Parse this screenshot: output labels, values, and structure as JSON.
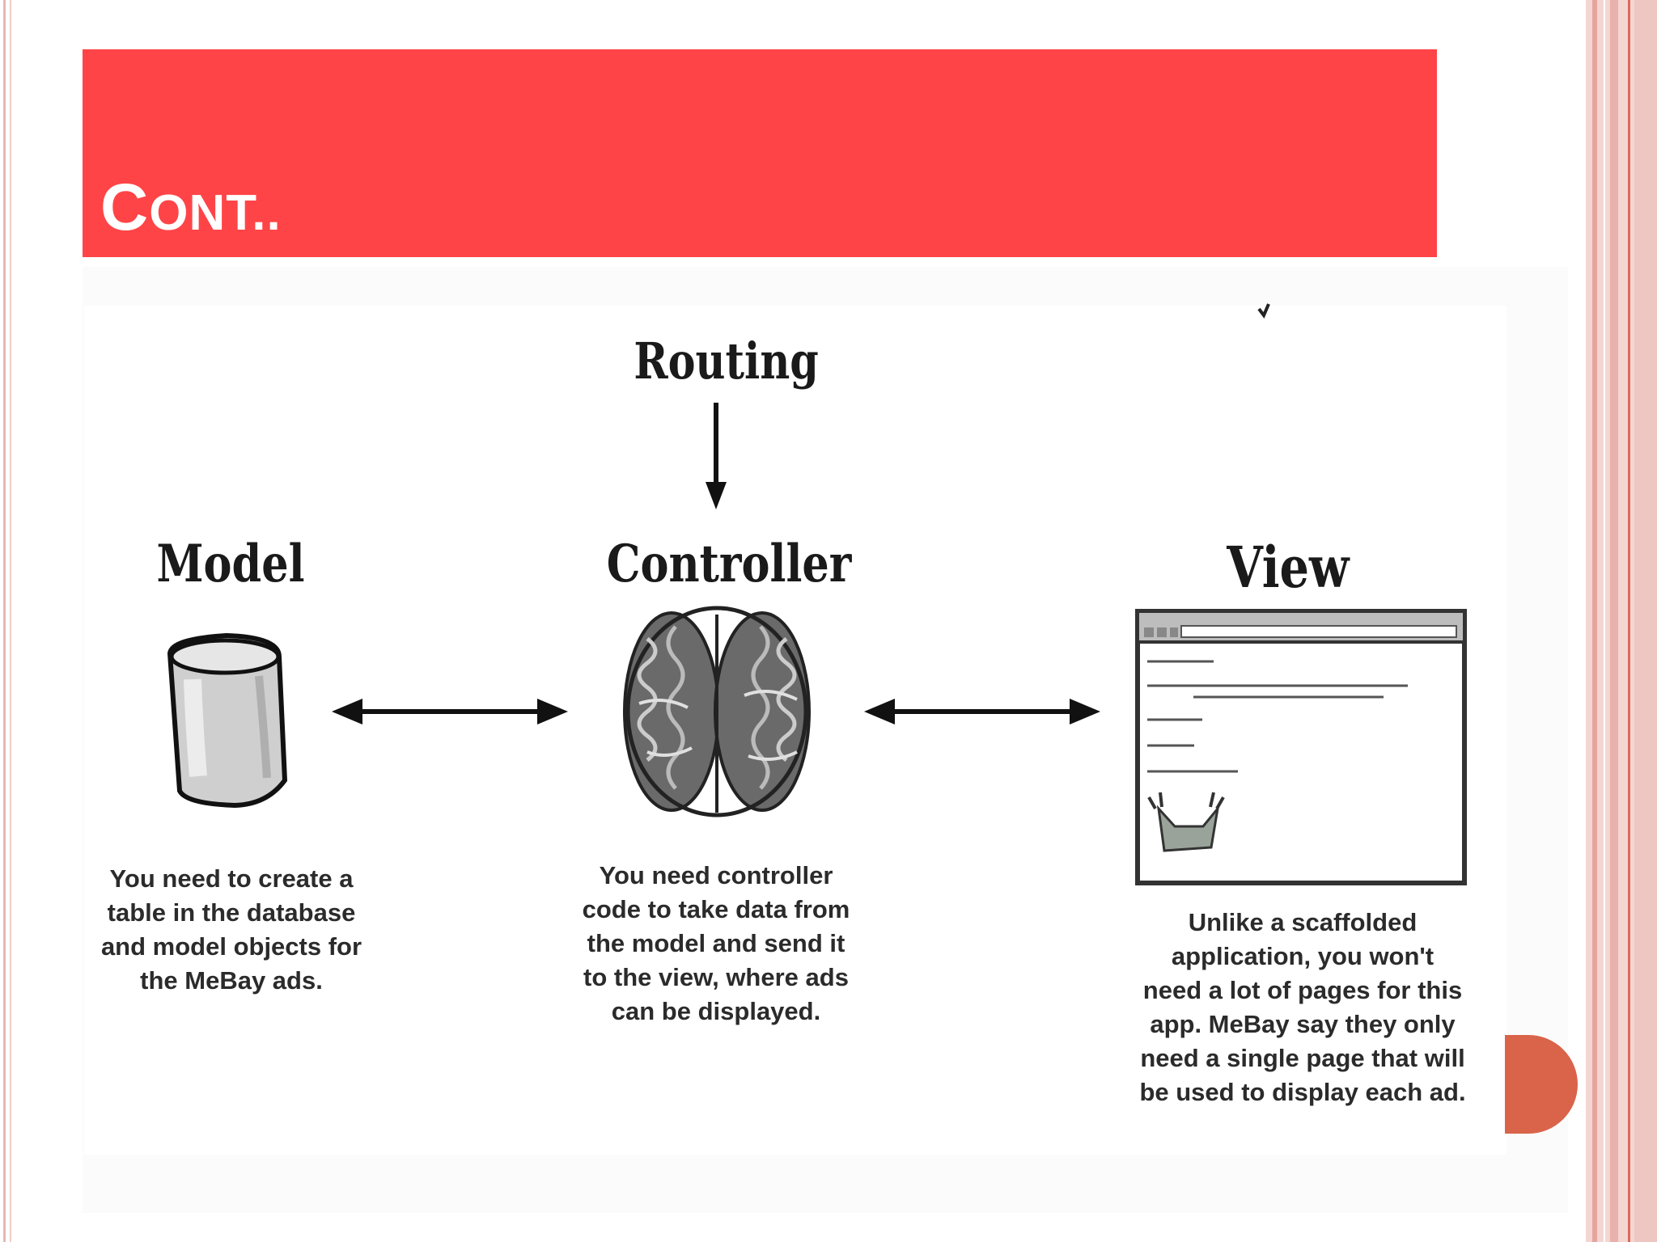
{
  "slide": {
    "title_first": "C",
    "title_rest": "ONT.."
  },
  "diagram": {
    "routing_label": "Routing",
    "model_label": "Model",
    "controller_label": "Controller",
    "view_label": "View",
    "model_caption": [
      "You need to create a",
      "table in the database",
      "and model objects for",
      "the MeBay ads."
    ],
    "controller_caption": [
      "You need controller",
      "code to take data from",
      "the model and send it",
      "to the view, where ads",
      "can be displayed."
    ],
    "view_caption": [
      "Unlike a scaffolded",
      "application, you won't",
      "need a lot of pages for this",
      "app. MeBay say they only",
      "need a single page that will",
      "be used to display each ad."
    ]
  },
  "colors": {
    "title_bar": "#ff4447",
    "accent": "#d9644a",
    "border": "#e5a59e"
  }
}
